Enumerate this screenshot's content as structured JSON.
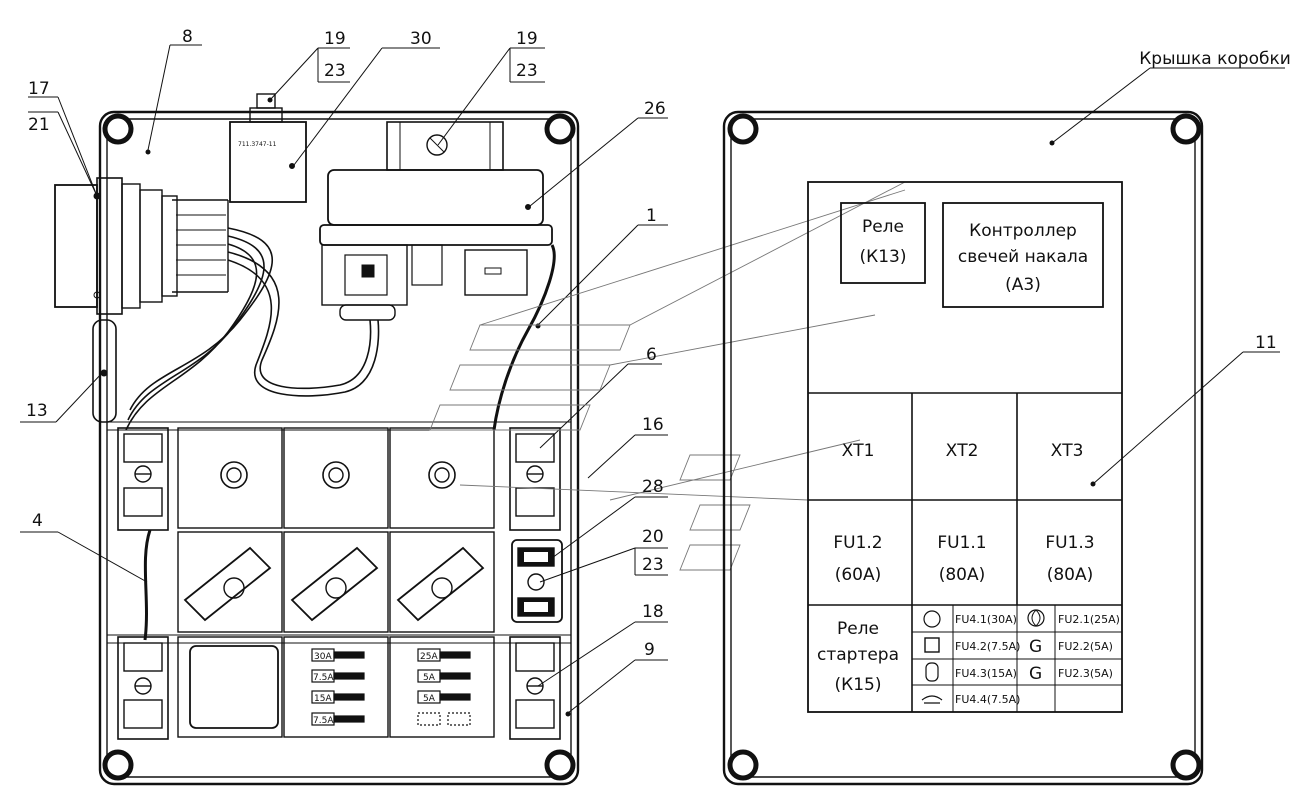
{
  "callouts": {
    "c8": "8",
    "c17": "17",
    "c21": "21",
    "c19a": "19",
    "c23a": "23",
    "c30": "30",
    "c19b": "19",
    "c23b": "23",
    "c26": "26",
    "c1": "1",
    "c13": "13",
    "c6": "6",
    "c16": "16",
    "c4": "4",
    "c28": "28",
    "c20": "20",
    "c23c": "23",
    "c18": "18",
    "c9": "9",
    "c11": "11"
  },
  "box": {
    "relay_part_no": "711.3747-11",
    "fuses_left": [
      "30A",
      "7.5A",
      "15A",
      "7.5A"
    ],
    "fuses_right": [
      "25A",
      "5A",
      "5A"
    ]
  },
  "cover": {
    "title": "Крышка коробки",
    "relay_k13": [
      "Реле",
      "(К13)"
    ],
    "controller_a3": [
      "Контроллер",
      "свечей накала",
      "(А3)"
    ],
    "xt": [
      "ХТ1",
      "ХТ2",
      "ХТ3"
    ],
    "fu_big": [
      {
        "name": "FU1.2",
        "rating": "(60A)"
      },
      {
        "name": "FU1.1",
        "rating": "(80A)"
      },
      {
        "name": "FU1.3",
        "rating": "(80A)"
      }
    ],
    "starter_relay": [
      "Реле",
      "стартера",
      "(К15)"
    ],
    "fu_small_left": [
      "FU4.1(30A)",
      "FU4.2(7.5A)",
      "FU4.3(15A)",
      "FU4.4(7.5A)"
    ],
    "fu_small_right": [
      "FU2.1(25A)",
      "FU2.2(5A)",
      "FU2.3(5A)"
    ],
    "g_symbol": "G"
  }
}
